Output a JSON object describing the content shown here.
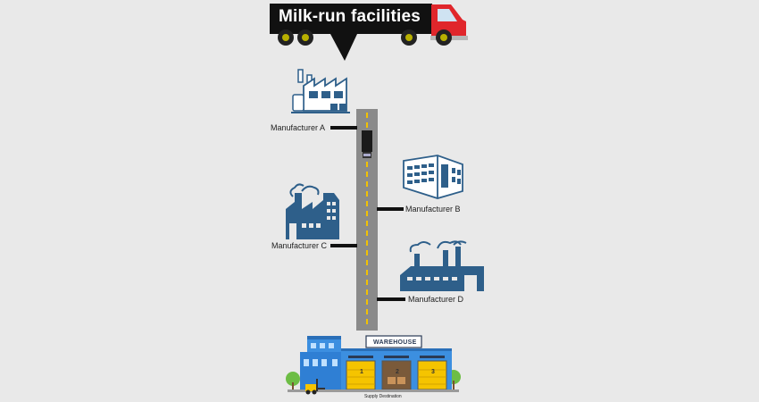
{
  "title": "Milk-run facilities",
  "manufacturers": [
    {
      "label": "Manufacturer A"
    },
    {
      "label": "Manufacturer B"
    },
    {
      "label": "Manufacturer C"
    },
    {
      "label": "Manufacturer D"
    }
  ],
  "warehouse": {
    "sign": "WAREHOUSE",
    "caption": "Supply Destination",
    "doors": [
      "1",
      "2",
      "3"
    ]
  },
  "colors": {
    "background": "#e9e9e9",
    "factory_blue": "#2e5f8a",
    "road": "#8a8a8a",
    "road_line": "#f2c200",
    "truck_red": "#e0262b",
    "banner": "#111111"
  }
}
